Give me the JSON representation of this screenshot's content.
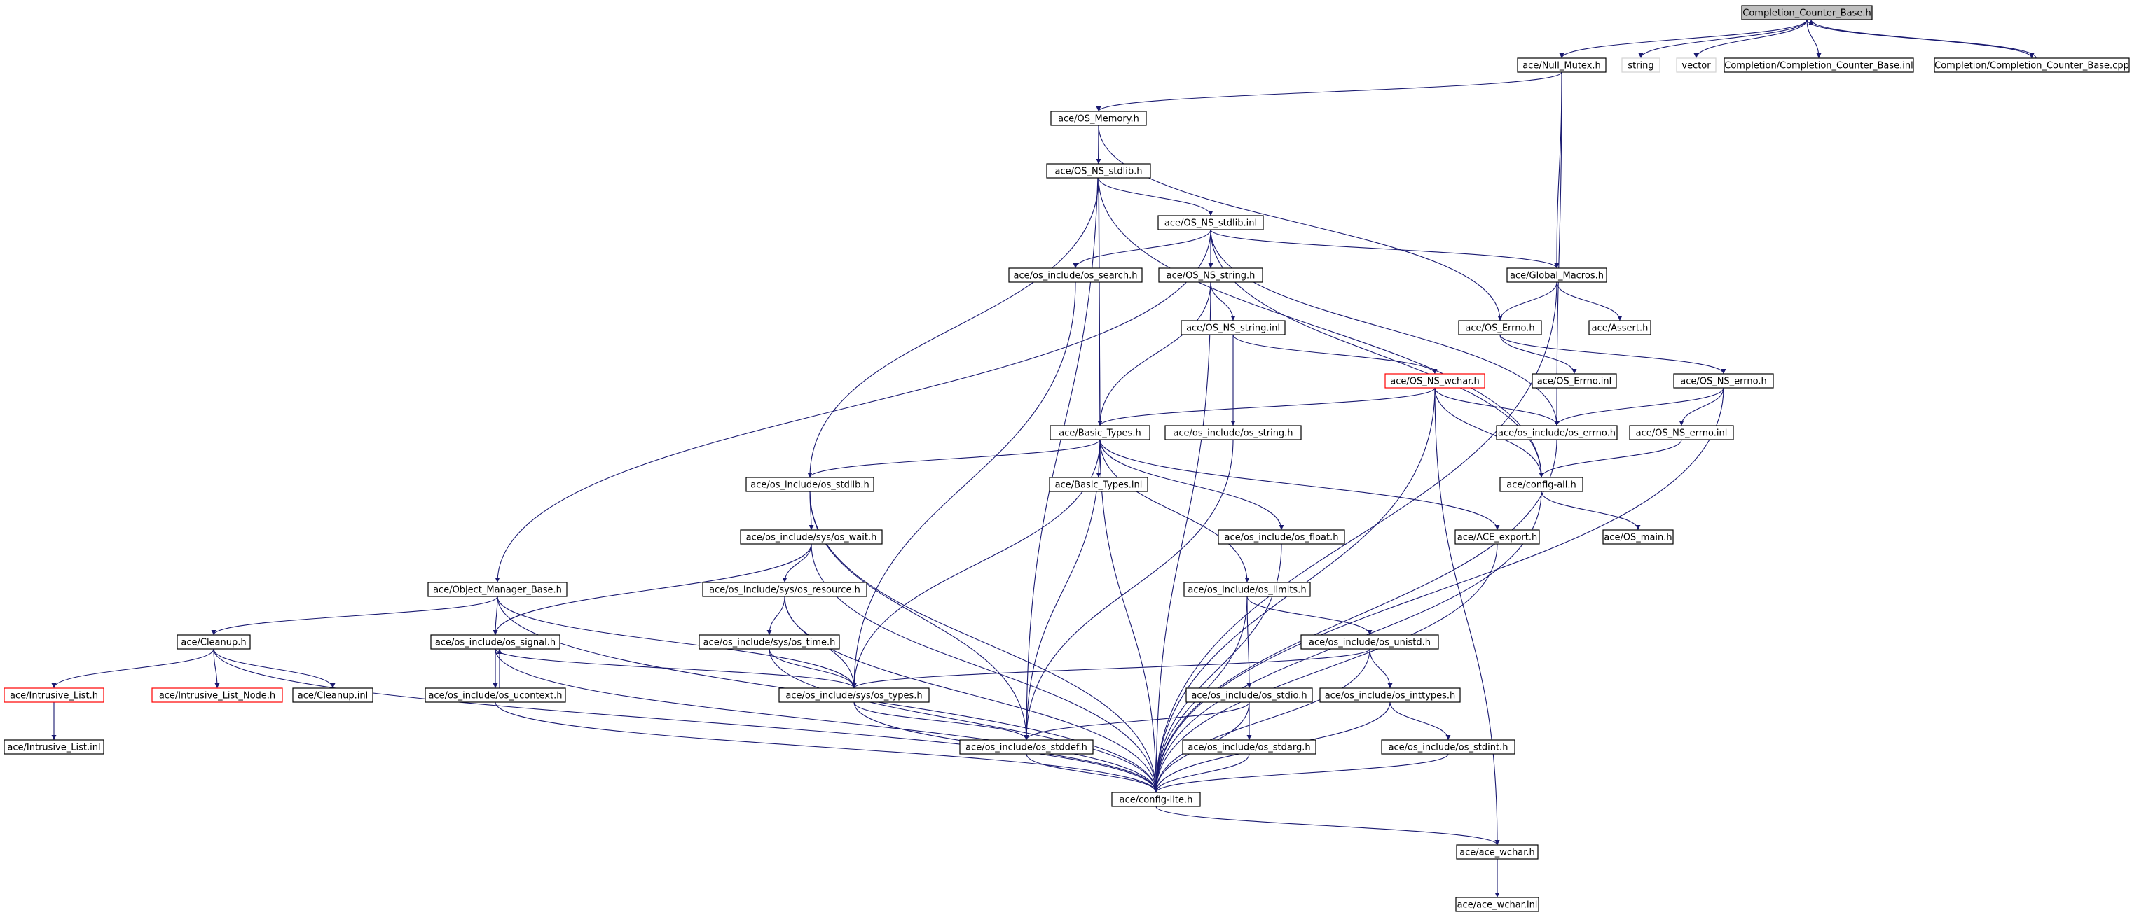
{
  "diagram": {
    "nodes": [
      {
        "id": "root",
        "label": "Completion_Counter_Base.h",
        "style": "focus",
        "interactable": false
      },
      {
        "id": "null_mutex",
        "label": "ace/Null_Mutex.h",
        "style": "normal",
        "interactable": true
      },
      {
        "id": "string",
        "label": "string",
        "style": "external",
        "interactable": false
      },
      {
        "id": "vector",
        "label": "vector",
        "style": "external",
        "interactable": false
      },
      {
        "id": "ccb_inl",
        "label": "Completion/Completion_Counter_Base.inl",
        "style": "normal",
        "interactable": true
      },
      {
        "id": "ccb_cpp",
        "label": "Completion/Completion_Counter_Base.cpp",
        "style": "normal",
        "interactable": true
      },
      {
        "id": "os_memory",
        "label": "ace/OS_Memory.h",
        "style": "normal",
        "interactable": true
      },
      {
        "id": "os_ns_stdlib",
        "label": "ace/OS_NS_stdlib.h",
        "style": "normal",
        "interactable": true
      },
      {
        "id": "os_ns_stdlib_inl",
        "label": "ace/OS_NS_stdlib.inl",
        "style": "normal",
        "interactable": true
      },
      {
        "id": "os_search",
        "label": "ace/os_include/os_search.h",
        "style": "normal",
        "interactable": true
      },
      {
        "id": "os_ns_string",
        "label": "ace/OS_NS_string.h",
        "style": "normal",
        "interactable": true
      },
      {
        "id": "global_macros",
        "label": "ace/Global_Macros.h",
        "style": "normal",
        "interactable": true
      },
      {
        "id": "os_ns_string_inl",
        "label": "ace/OS_NS_string.inl",
        "style": "normal",
        "interactable": true
      },
      {
        "id": "os_errno",
        "label": "ace/OS_Errno.h",
        "style": "normal",
        "interactable": true
      },
      {
        "id": "assert",
        "label": "ace/Assert.h",
        "style": "normal",
        "interactable": true
      },
      {
        "id": "os_errno_inl",
        "label": "ace/OS_Errno.inl",
        "style": "normal",
        "interactable": true
      },
      {
        "id": "os_ns_errno",
        "label": "ace/OS_NS_errno.h",
        "style": "normal",
        "interactable": true
      },
      {
        "id": "os_ns_wchar",
        "label": "ace/OS_NS_wchar.h",
        "style": "truncated",
        "interactable": true
      },
      {
        "id": "basic_types",
        "label": "ace/Basic_Types.h",
        "style": "normal",
        "interactable": true
      },
      {
        "id": "os_string",
        "label": "ace/os_include/os_string.h",
        "style": "normal",
        "interactable": true
      },
      {
        "id": "os_errno_h",
        "label": "ace/os_include/os_errno.h",
        "style": "normal",
        "interactable": true
      },
      {
        "id": "os_ns_errno_inl",
        "label": "ace/OS_NS_errno.inl",
        "style": "normal",
        "interactable": true
      },
      {
        "id": "os_stdlib",
        "label": "ace/os_include/os_stdlib.h",
        "style": "normal",
        "interactable": true
      },
      {
        "id": "basic_types_inl",
        "label": "ace/Basic_Types.inl",
        "style": "normal",
        "interactable": true
      },
      {
        "id": "config_all",
        "label": "ace/config-all.h",
        "style": "normal",
        "interactable": true
      },
      {
        "id": "os_wait",
        "label": "ace/os_include/sys/os_wait.h",
        "style": "normal",
        "interactable": true
      },
      {
        "id": "os_float",
        "label": "ace/os_include/os_float.h",
        "style": "normal",
        "interactable": true
      },
      {
        "id": "ace_export",
        "label": "ace/ACE_export.h",
        "style": "normal",
        "interactable": true
      },
      {
        "id": "os_main",
        "label": "ace/OS_main.h",
        "style": "normal",
        "interactable": true
      },
      {
        "id": "object_manager_base",
        "label": "ace/Object_Manager_Base.h",
        "style": "normal",
        "interactable": true
      },
      {
        "id": "os_resource",
        "label": "ace/os_include/sys/os_resource.h",
        "style": "normal",
        "interactable": true
      },
      {
        "id": "os_limits",
        "label": "ace/os_include/os_limits.h",
        "style": "normal",
        "interactable": true
      },
      {
        "id": "cleanup",
        "label": "ace/Cleanup.h",
        "style": "normal",
        "interactable": true
      },
      {
        "id": "os_signal",
        "label": "ace/os_include/os_signal.h",
        "style": "normal",
        "interactable": true
      },
      {
        "id": "os_time",
        "label": "ace/os_include/sys/os_time.h",
        "style": "normal",
        "interactable": true
      },
      {
        "id": "os_unistd",
        "label": "ace/os_include/os_unistd.h",
        "style": "normal",
        "interactable": true
      },
      {
        "id": "intrusive_list",
        "label": "ace/Intrusive_List.h",
        "style": "truncated",
        "interactable": true
      },
      {
        "id": "intrusive_list_node",
        "label": "ace/Intrusive_List_Node.h",
        "style": "truncated",
        "interactable": true
      },
      {
        "id": "cleanup_inl",
        "label": "ace/Cleanup.inl",
        "style": "normal",
        "interactable": true
      },
      {
        "id": "os_ucontext",
        "label": "ace/os_include/os_ucontext.h",
        "style": "normal",
        "interactable": true
      },
      {
        "id": "os_types",
        "label": "ace/os_include/sys/os_types.h",
        "style": "normal",
        "interactable": true
      },
      {
        "id": "os_stdio",
        "label": "ace/os_include/os_stdio.h",
        "style": "normal",
        "interactable": true
      },
      {
        "id": "os_inttypes",
        "label": "ace/os_include/os_inttypes.h",
        "style": "normal",
        "interactable": true
      },
      {
        "id": "intrusive_list_inl",
        "label": "ace/Intrusive_List.inl",
        "style": "normal",
        "interactable": true
      },
      {
        "id": "os_stddef",
        "label": "ace/os_include/os_stddef.h",
        "style": "normal",
        "interactable": true
      },
      {
        "id": "os_stdarg",
        "label": "ace/os_include/os_stdarg.h",
        "style": "normal",
        "interactable": true
      },
      {
        "id": "os_stdint",
        "label": "ace/os_include/os_stdint.h",
        "style": "normal",
        "interactable": true
      },
      {
        "id": "config_lite",
        "label": "ace/config-lite.h",
        "style": "normal",
        "interactable": true
      },
      {
        "id": "ace_wchar",
        "label": "ace/ace_wchar.h",
        "style": "normal",
        "interactable": true
      },
      {
        "id": "ace_wchar_inl",
        "label": "ace/ace_wchar.inl",
        "style": "normal",
        "interactable": true
      }
    ],
    "edges": [
      [
        "root",
        "null_mutex"
      ],
      [
        "root",
        "string"
      ],
      [
        "root",
        "vector"
      ],
      [
        "root",
        "ccb_inl"
      ],
      [
        "root",
        "ccb_cpp"
      ],
      [
        "ccb_cpp",
        "root"
      ],
      [
        "null_mutex",
        "os_memory"
      ],
      [
        "null_mutex",
        "global_macros"
      ],
      [
        "null_mutex",
        "os_errno_h"
      ],
      [
        "os_memory",
        "os_ns_stdlib"
      ],
      [
        "os_memory",
        "os_errno"
      ],
      [
        "os_memory",
        "basic_types"
      ],
      [
        "os_memory",
        "os_stddef"
      ],
      [
        "os_ns_stdlib",
        "os_ns_stdlib_inl"
      ],
      [
        "os_ns_stdlib",
        "basic_types"
      ],
      [
        "os_ns_stdlib",
        "os_stdlib"
      ],
      [
        "os_ns_stdlib",
        "config_all"
      ],
      [
        "os_ns_stdlib_inl",
        "os_search"
      ],
      [
        "os_ns_stdlib_inl",
        "os_ns_string"
      ],
      [
        "os_ns_stdlib_inl",
        "global_macros"
      ],
      [
        "os_ns_stdlib_inl",
        "os_errno_h"
      ],
      [
        "os_ns_stdlib_inl",
        "object_manager_base"
      ],
      [
        "os_ns_stdlib_inl",
        "config_all"
      ],
      [
        "os_search",
        "os_types"
      ],
      [
        "os_ns_string",
        "os_ns_string_inl"
      ],
      [
        "os_ns_string",
        "basic_types"
      ],
      [
        "os_ns_string",
        "config_lite"
      ],
      [
        "os_ns_string_inl",
        "os_ns_wchar"
      ],
      [
        "os_ns_string_inl",
        "os_string"
      ],
      [
        "global_macros",
        "os_errno"
      ],
      [
        "global_macros",
        "assert"
      ],
      [
        "global_macros",
        "config_lite"
      ],
      [
        "os_errno",
        "os_errno_inl"
      ],
      [
        "os_errno",
        "os_ns_errno"
      ],
      [
        "os_ns_errno",
        "os_errno_h"
      ],
      [
        "os_ns_errno",
        "os_ns_errno_inl"
      ],
      [
        "os_ns_errno",
        "config_lite"
      ],
      [
        "os_ns_errno_inl",
        "config_all"
      ],
      [
        "os_ns_wchar",
        "basic_types"
      ],
      [
        "os_ns_wchar",
        "os_errno_h"
      ],
      [
        "os_ns_wchar",
        "config_all"
      ],
      [
        "os_ns_wchar",
        "ace_wchar"
      ],
      [
        "os_ns_wchar",
        "config_lite"
      ],
      [
        "os_string",
        "os_stddef"
      ],
      [
        "os_errno_h",
        "config_lite"
      ],
      [
        "basic_types",
        "os_stdlib"
      ],
      [
        "basic_types",
        "basic_types_inl"
      ],
      [
        "basic_types",
        "os_float"
      ],
      [
        "basic_types",
        "os_limits"
      ],
      [
        "basic_types",
        "ace_export"
      ],
      [
        "basic_types",
        "os_types"
      ],
      [
        "basic_types",
        "os_stddef"
      ],
      [
        "basic_types",
        "config_lite"
      ],
      [
        "os_stdlib",
        "os_wait"
      ],
      [
        "os_stdlib",
        "os_stddef"
      ],
      [
        "os_stdlib",
        "config_lite"
      ],
      [
        "config_all",
        "os_main"
      ],
      [
        "config_all",
        "config_lite"
      ],
      [
        "os_wait",
        "os_resource"
      ],
      [
        "os_wait",
        "os_signal"
      ],
      [
        "os_wait",
        "config_lite"
      ],
      [
        "os_float",
        "config_lite"
      ],
      [
        "ace_export",
        "config_lite"
      ],
      [
        "object_manager_base",
        "cleanup"
      ],
      [
        "object_manager_base",
        "os_signal"
      ],
      [
        "object_manager_base",
        "os_types"
      ],
      [
        "object_manager_base",
        "config_lite"
      ],
      [
        "os_resource",
        "os_time"
      ],
      [
        "os_resource",
        "os_types"
      ],
      [
        "os_resource",
        "config_lite"
      ],
      [
        "os_limits",
        "os_unistd"
      ],
      [
        "os_limits",
        "os_stdio"
      ],
      [
        "os_limits",
        "config_lite"
      ],
      [
        "cleanup",
        "intrusive_list"
      ],
      [
        "cleanup",
        "intrusive_list_node"
      ],
      [
        "cleanup",
        "cleanup_inl"
      ],
      [
        "cleanup",
        "config_lite"
      ],
      [
        "os_signal",
        "os_ucontext"
      ],
      [
        "os_signal",
        "os_types"
      ],
      [
        "os_signal",
        "config_lite"
      ],
      [
        "os_ucontext",
        "os_signal"
      ],
      [
        "os_time",
        "os_types"
      ],
      [
        "os_time",
        "config_lite"
      ],
      [
        "os_unistd",
        "os_types"
      ],
      [
        "os_unistd",
        "os_inttypes"
      ],
      [
        "os_unistd",
        "config_lite"
      ],
      [
        "intrusive_list",
        "intrusive_list_inl"
      ],
      [
        "os_ucontext",
        "config_lite"
      ],
      [
        "os_types",
        "os_stddef"
      ],
      [
        "os_types",
        "config_lite"
      ],
      [
        "os_stdio",
        "os_stddef"
      ],
      [
        "os_stdio",
        "os_stdarg"
      ],
      [
        "os_stdio",
        "config_lite"
      ],
      [
        "os_inttypes",
        "os_stdint"
      ],
      [
        "os_inttypes",
        "config_lite"
      ],
      [
        "os_stddef",
        "config_lite"
      ],
      [
        "os_stdarg",
        "config_lite"
      ],
      [
        "os_stdint",
        "config_lite"
      ],
      [
        "config_lite",
        "ace_wchar"
      ],
      [
        "ace_wchar",
        "ace_wchar_inl"
      ]
    ]
  }
}
